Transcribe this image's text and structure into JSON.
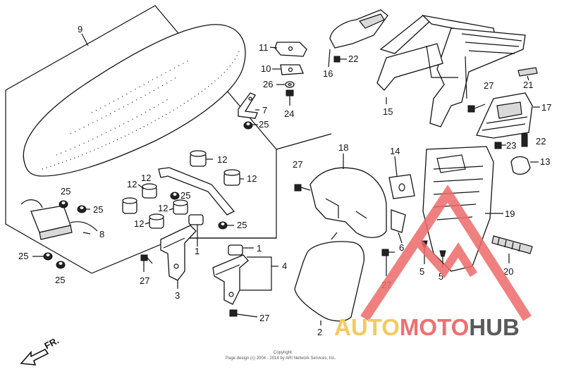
{
  "callouts": {
    "c1a": "1",
    "c1b": "1",
    "c2": "2",
    "c3": "3",
    "c4": "4",
    "c5a": "5",
    "c5b": "5",
    "c6": "6",
    "c7": "7",
    "c8": "8",
    "c9": "9",
    "c10": "10",
    "c11": "11",
    "c12a": "12",
    "c12b": "12",
    "c12c": "12",
    "c12d": "12",
    "c12e": "12",
    "c12f": "12",
    "c13": "13",
    "c14": "14",
    "c15": "15",
    "c16": "16",
    "c17": "17",
    "c18": "18",
    "c19": "19",
    "c20": "20",
    "c21": "21",
    "c22a": "22",
    "c22b": "22",
    "c23": "23",
    "c24": "24",
    "c25a": "25",
    "c25b": "25",
    "c25c": "25",
    "c25d": "25",
    "c25e": "25",
    "c25f": "25",
    "c25g": "25",
    "c26": "26",
    "c27a": "27",
    "c27b": "27",
    "c27c": "27",
    "c27d": "27",
    "c27e": "27"
  },
  "front_indicator": "FR.",
  "copyright": {
    "line1": "Copyright",
    "line2": "Page design (c) 2004 - 2014 by ARI Network Services, Inc."
  },
  "watermark": {
    "part1": "AUTO",
    "part2": "MOTO",
    "part3": "HUB",
    "colors": {
      "auto": "#f4c95d",
      "moto": "#ef6f6f",
      "hub": "#5a5a5a",
      "triangle": "#ee6b6b"
    }
  }
}
